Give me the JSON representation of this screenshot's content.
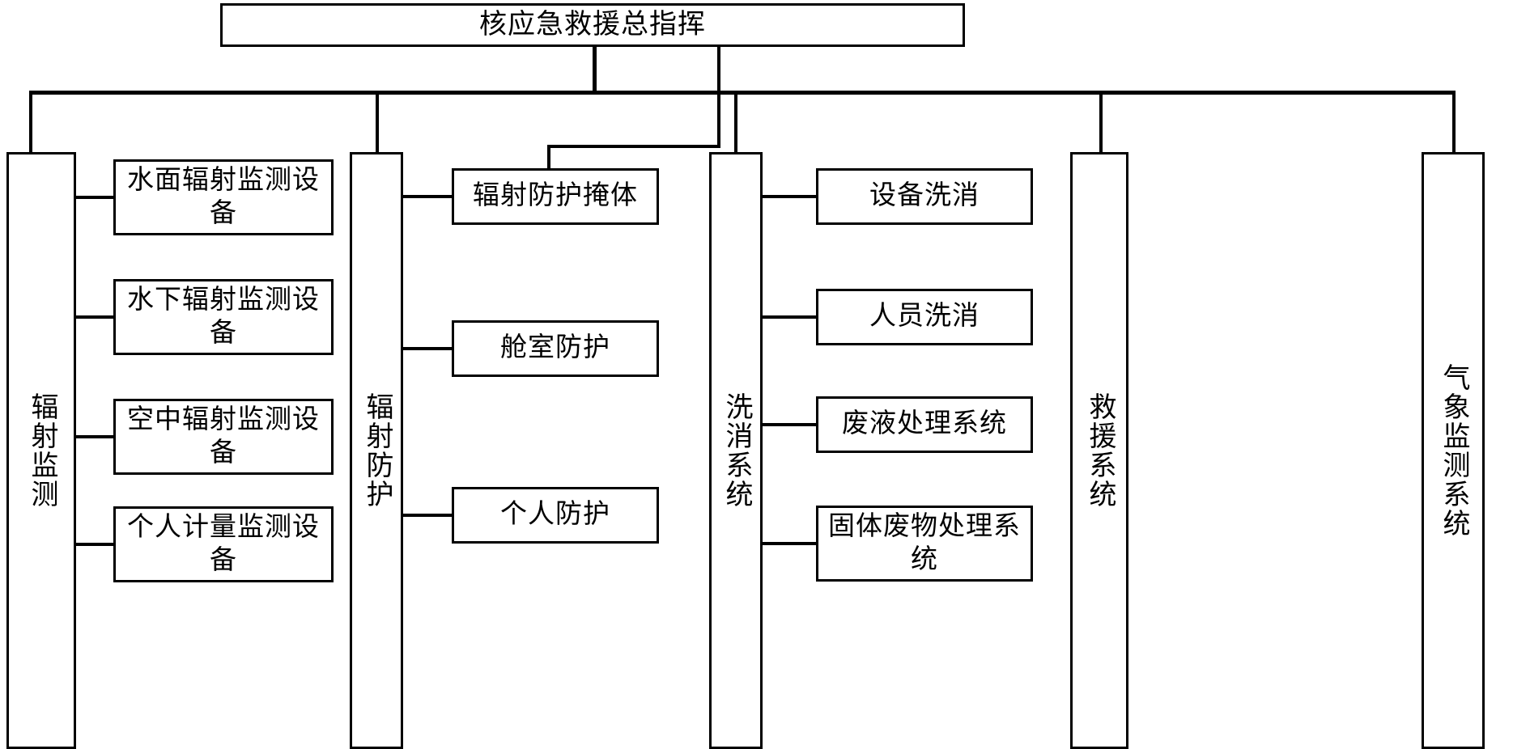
{
  "diagram": {
    "type": "organization-tree",
    "title": "核应急救援总指挥",
    "root": {
      "label": "核应急救援总指挥"
    },
    "branches": [
      {
        "id": "radiation-monitoring",
        "label": "辐射监测",
        "children": [
          {
            "label": "水面辐射监测设备"
          },
          {
            "label": "水下辐射监测设备"
          },
          {
            "label": "空中辐射监测设备"
          },
          {
            "label": "个人计量监测设备"
          }
        ]
      },
      {
        "id": "radiation-protection",
        "label": "辐射防护",
        "children": [
          {
            "label": "辐射防护掩体"
          },
          {
            "label": "舱室防护"
          },
          {
            "label": "个人防护"
          }
        ]
      },
      {
        "id": "decontamination-system",
        "label": "洗消系统",
        "children": [
          {
            "label": "设备洗消"
          },
          {
            "label": "人员洗消"
          },
          {
            "label": "废液处理系统"
          },
          {
            "label": "固体废物处理系统"
          }
        ]
      },
      {
        "id": "rescue-system",
        "label": "救援系统",
        "children": []
      },
      {
        "id": "meteorological-monitoring-system",
        "label": "气象监测系统",
        "children": []
      }
    ],
    "colors": {
      "line": "#000000",
      "box_fill": "#ffffff",
      "text": "#000000",
      "background": "#ffffff"
    }
  }
}
